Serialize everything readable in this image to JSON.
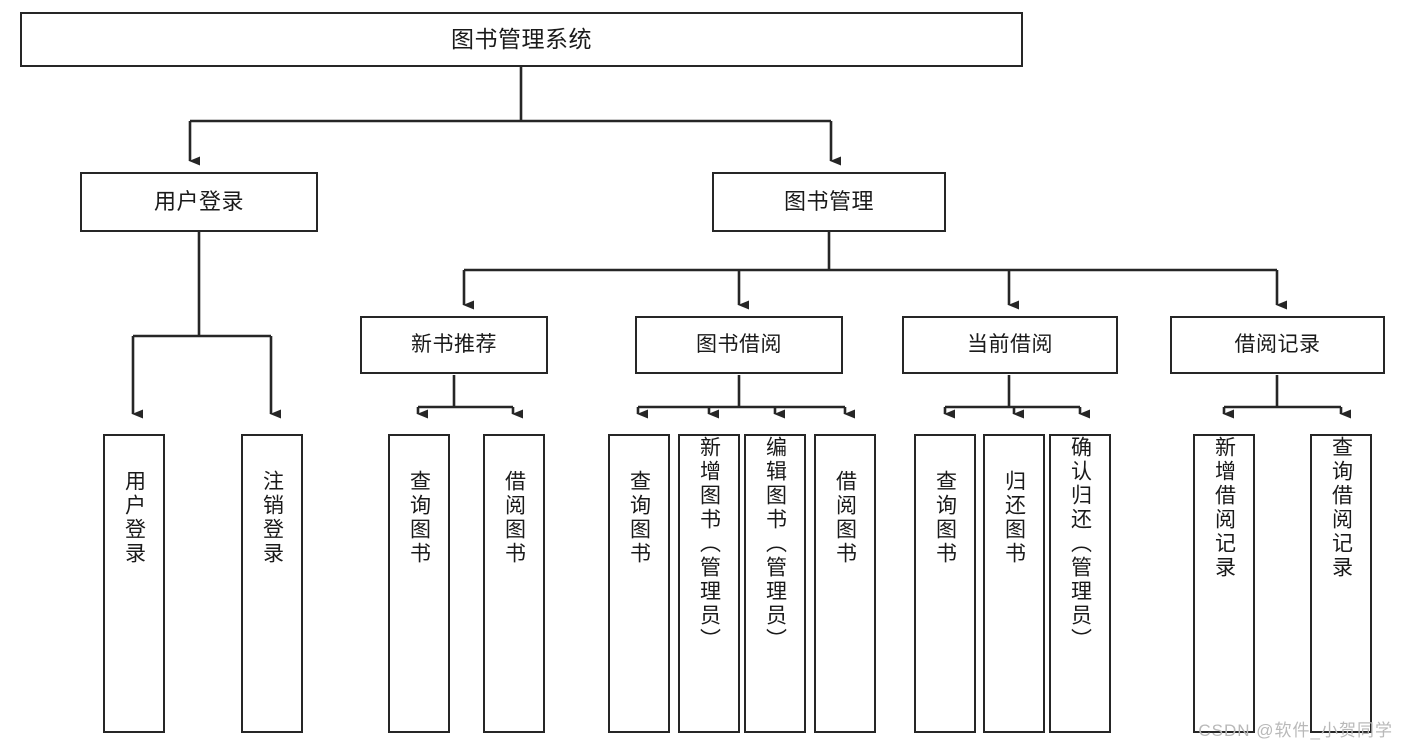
{
  "diagram": {
    "title": "图书管理系统",
    "type": "hierarchy-tree",
    "watermark": "CSDN @软件_小贺同学",
    "colors": {
      "stroke": "#262626",
      "fill": "#ffffff",
      "text": "#1a1a1a",
      "watermark": "#b9b9b9"
    },
    "root": {
      "label": "图书管理系统"
    },
    "level1": [
      {
        "label": "用户登录"
      },
      {
        "label": "图书管理"
      }
    ],
    "level2": [
      {
        "label": "新书推荐"
      },
      {
        "label": "图书借阅"
      },
      {
        "label": "当前借阅"
      },
      {
        "label": "借阅记录"
      }
    ],
    "leaves": {
      "user_login": [
        {
          "label": "用户登录"
        },
        {
          "label": "注销登录"
        }
      ],
      "new_book_recommend": [
        {
          "label": "查询图书"
        },
        {
          "label": "借阅图书"
        }
      ],
      "book_borrow": [
        {
          "label": "查询图书"
        },
        {
          "label": "新增图书（管理员）"
        },
        {
          "label": "编辑图书（管理员）"
        },
        {
          "label": "借阅图书"
        }
      ],
      "current_borrow": [
        {
          "label": "查询图书"
        },
        {
          "label": "归还图书"
        },
        {
          "label": "确认归还（管理员）"
        }
      ],
      "borrow_record": [
        {
          "label": "新增借阅记录"
        },
        {
          "label": "查询借阅记录"
        }
      ]
    }
  }
}
